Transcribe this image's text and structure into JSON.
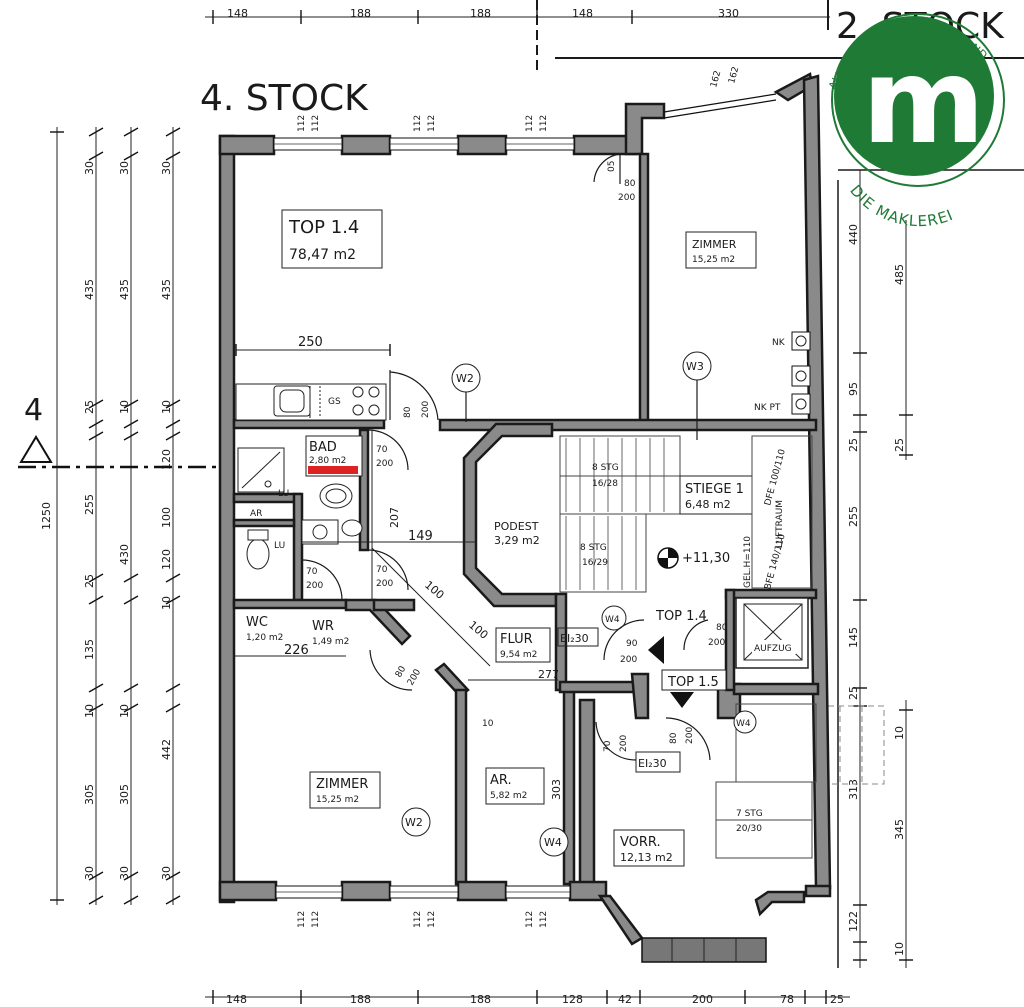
{
  "titles": {
    "floor": "4. STOCK",
    "other_floor": "2. STOCK",
    "axis_marker": "4"
  },
  "logo": {
    "letter": "m",
    "ring_text": "ALLES PLUS UNTER EINER HAND",
    "bottom_text": "DIE MAKLEREI",
    "brand_green": "#1f7a35"
  },
  "rooms": {
    "top14": {
      "name": "TOP 1.4",
      "area": "78,47 m2"
    },
    "zimmer_top": {
      "name": "ZIMMER",
      "area": "15,25 m2"
    },
    "bad": {
      "name": "BAD",
      "area": "2,80 m2"
    },
    "podest": {
      "name": "PODEST",
      "area": "3,29 m2"
    },
    "stiege": {
      "name": "STIEGE 1",
      "area": "6,48 m2"
    },
    "wc": {
      "name": "WC",
      "area": "1,20 m2"
    },
    "wr": {
      "name": "WR",
      "area": "1,49 m2"
    },
    "flur": {
      "name": "FLUR",
      "area": "9,54 m2"
    },
    "zimmer_bottom": {
      "name": "ZIMMER",
      "area": "15,25 m2"
    },
    "ar": {
      "name": "AR.",
      "area": "5,82 m2"
    },
    "vorr": {
      "name": "VORR.",
      "area": "12,13 m2"
    },
    "top15": {
      "name": "TOP 1.5"
    },
    "top14_door": {
      "name": "TOP 1.4"
    },
    "aufzug": {
      "name": "AUFZUG"
    }
  },
  "markers": {
    "w2a": "W2",
    "w3": "W3",
    "w2b": "W2",
    "w4a": "W4",
    "w4b": "W4",
    "w4c": "W4",
    "ar_small": "AR",
    "lu": "LU",
    "nk": "NK",
    "nkpt": "NK PT",
    "stg_8a": "8 STG",
    "stg_8a_r": "16/28",
    "stg_8b": "8 STG",
    "stg_8b_r": "16/29",
    "stg_7": "7 STG",
    "stg_7_r": "20/30",
    "level": "+11,30",
    "gel_h": "GEL.H=110",
    "luftraum": "LUFTRAUM",
    "dfe": "DFE 100/110",
    "bfe": "BFE 140/110",
    "ei30a": "EI₂30",
    "ei30b": "EI₂30"
  },
  "dims_top": [
    "148",
    "188",
    "188",
    "148",
    "330"
  ],
  "dims_bottom": [
    "148",
    "188",
    "188",
    "128",
    "42",
    "200",
    "78",
    "25"
  ],
  "dims_left_outer": "1250",
  "dims_left_1": [
    "30",
    "435",
    "25",
    "255",
    "25",
    "135",
    "10",
    "305",
    "30"
  ],
  "dims_left_2": [
    "30",
    "435",
    "10",
    "430",
    "10",
    "305",
    "30"
  ],
  "dims_left_3": [
    "30",
    "435",
    "10",
    "120",
    "100",
    "120",
    "10",
    "442",
    "30"
  ],
  "dims_right": [
    "440",
    "95",
    "25",
    "255",
    "145",
    "25",
    "10",
    "313",
    "345",
    "122",
    "10"
  ],
  "dims_right_2": [
    "485",
    "25"
  ],
  "dims_inner": {
    "d250": "250",
    "d149": "149",
    "d207": "207",
    "d226": "226",
    "d277": "277",
    "d303": "303",
    "d100a": "100",
    "d100b": "100",
    "d10": "10",
    "door_80_200a": "80",
    "door_80_200a_h": "200",
    "door_70_200a": "70",
    "door_70_200a_h": "200",
    "door_70_200b": "70",
    "door_70_200b_h": "200",
    "door_70_200c": "70",
    "door_70_200c_h": "200",
    "door_90_200": "90",
    "door_90_200_h": "200",
    "door_80_200b": "80",
    "door_80_200b_h": "200",
    "door_80_200c": "80",
    "door_80_200c_h": "200",
    "d162": "162",
    "d112": "112",
    "d05": "05"
  }
}
